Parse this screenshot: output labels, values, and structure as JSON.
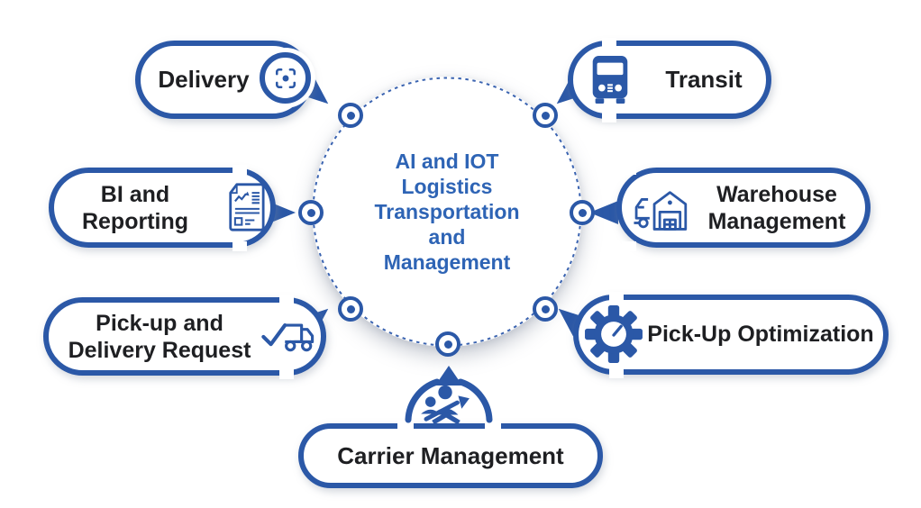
{
  "diagram": {
    "center": {
      "lines": [
        "AI and IOT",
        "Logistics",
        "Transportation",
        "and",
        "Management"
      ]
    },
    "pills": [
      {
        "label": "Delivery",
        "icon": "scan-icon"
      },
      {
        "label": "Transit",
        "icon": "bus-icon"
      },
      {
        "lines": [
          "BI and",
          "Reporting"
        ],
        "icon": "report-icon"
      },
      {
        "lines": [
          "Warehouse",
          "Management"
        ],
        "icon": "truck-warehouse-icon"
      },
      {
        "lines": [
          "Pick-up and",
          "Delivery Request"
        ],
        "icon": "truck-check-icon"
      },
      {
        "label": "Pick-Up Optimization",
        "icon": "gear-gauge-icon"
      },
      {
        "label": "Carrier Management",
        "icon": "people-growth-icon"
      }
    ],
    "colors": {
      "primary": "#2b58a7",
      "center_text": "#2e64b5",
      "label_text": "#1e1f22",
      "background": "#ffffff"
    }
  }
}
